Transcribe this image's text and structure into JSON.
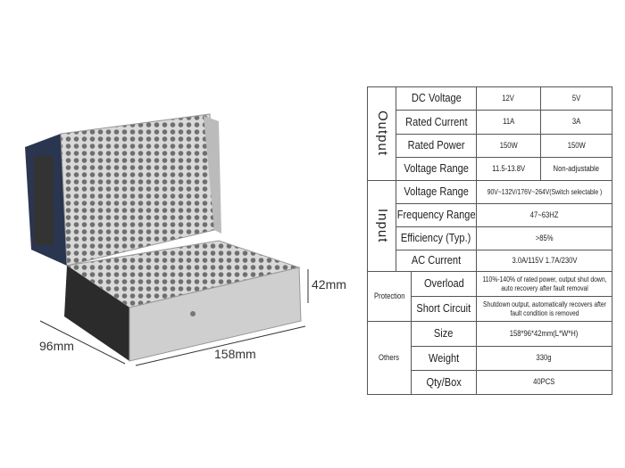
{
  "dimensions": {
    "height": "42mm",
    "width": "96mm",
    "length": "158mm"
  },
  "table": {
    "output": {
      "group": "Output",
      "rows": [
        {
          "label": "DC Voltage",
          "v1": "12V",
          "v2": "5V"
        },
        {
          "label": "Rated Current",
          "v1": "11A",
          "v2": "3A"
        },
        {
          "label": "Rated Power",
          "v1": "150W",
          "v2": "150W"
        },
        {
          "label": "Voltage Range",
          "v1": "11.5-13.8V",
          "v2": "Non-adjustable"
        }
      ]
    },
    "input": {
      "group": "Input",
      "rows": [
        {
          "label": "Voltage Range",
          "value": "90V~132V/176V~264V(Switch selectable )"
        },
        {
          "label": "Frequency Range",
          "value": "47~63HZ"
        },
        {
          "label": "Efficiency (Typ.)",
          "value": ">85%"
        },
        {
          "label": "AC Current",
          "value": "3.0A/115V  1.7A/230V"
        }
      ]
    },
    "protection": {
      "group": "Protection",
      "rows": [
        {
          "label": "Overload",
          "value": "110%-140% of rated power, output shut down, auto recovery after fault removal"
        },
        {
          "label": "Short Circuit",
          "value": "Shutdown output, automatically recovers after fault condition is removed"
        }
      ]
    },
    "others": {
      "group": "Others",
      "rows": [
        {
          "label": "Size",
          "value": "158*96*42mm(L*W*H)"
        },
        {
          "label": "Weight",
          "value": "330g"
        },
        {
          "label": "Qty/Box",
          "value": "40PCS"
        }
      ]
    }
  }
}
